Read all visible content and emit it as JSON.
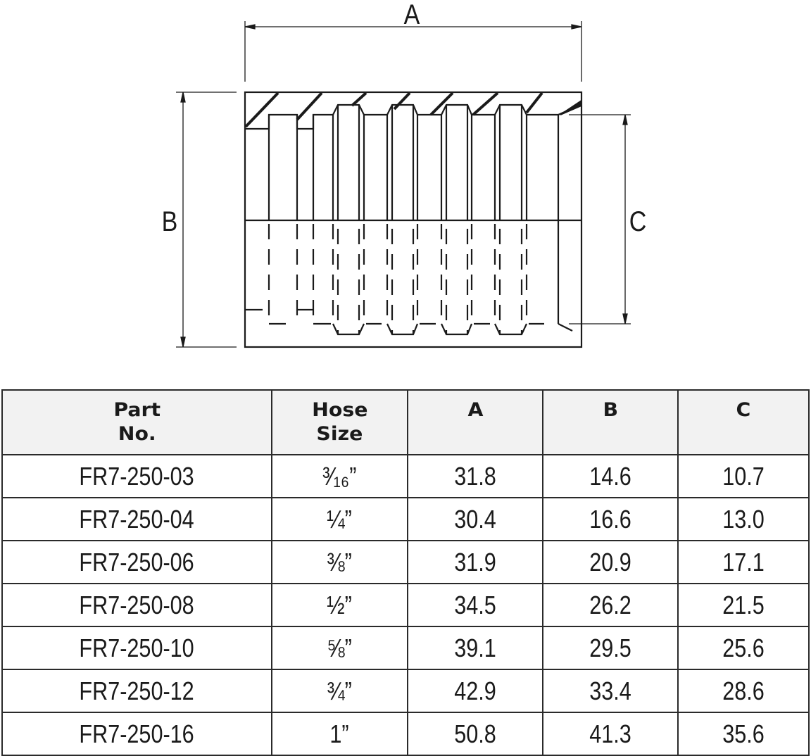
{
  "diagram": {
    "labels": {
      "a": "A",
      "b": "B",
      "c": "C"
    }
  },
  "table": {
    "headers": [
      "Part No.",
      "Hose Size",
      "A",
      "B",
      "C"
    ],
    "header_lines": [
      [
        "Part",
        "No."
      ],
      [
        "Hose",
        "Size"
      ],
      [
        "A"
      ],
      [
        "B"
      ],
      [
        "C"
      ]
    ],
    "rows": [
      [
        "FR7-250-03",
        "³⁄₁₆”",
        "31.8",
        "14.6",
        "10.7"
      ],
      [
        "FR7-250-04",
        "¼”",
        "30.4",
        "16.6",
        "13.0"
      ],
      [
        "FR7-250-06",
        "⅜”",
        "31.9",
        "20.9",
        "17.1"
      ],
      [
        "FR7-250-08",
        "½”",
        "34.5",
        "26.2",
        "21.5"
      ],
      [
        "FR7-250-10",
        "⅝”",
        "39.1",
        "29.5",
        "25.6"
      ],
      [
        "FR7-250-12",
        "¾”",
        "42.9",
        "33.4",
        "28.6"
      ],
      [
        "FR7-250-16",
        "1”",
        "50.8",
        "41.3",
        "35.6"
      ]
    ]
  }
}
